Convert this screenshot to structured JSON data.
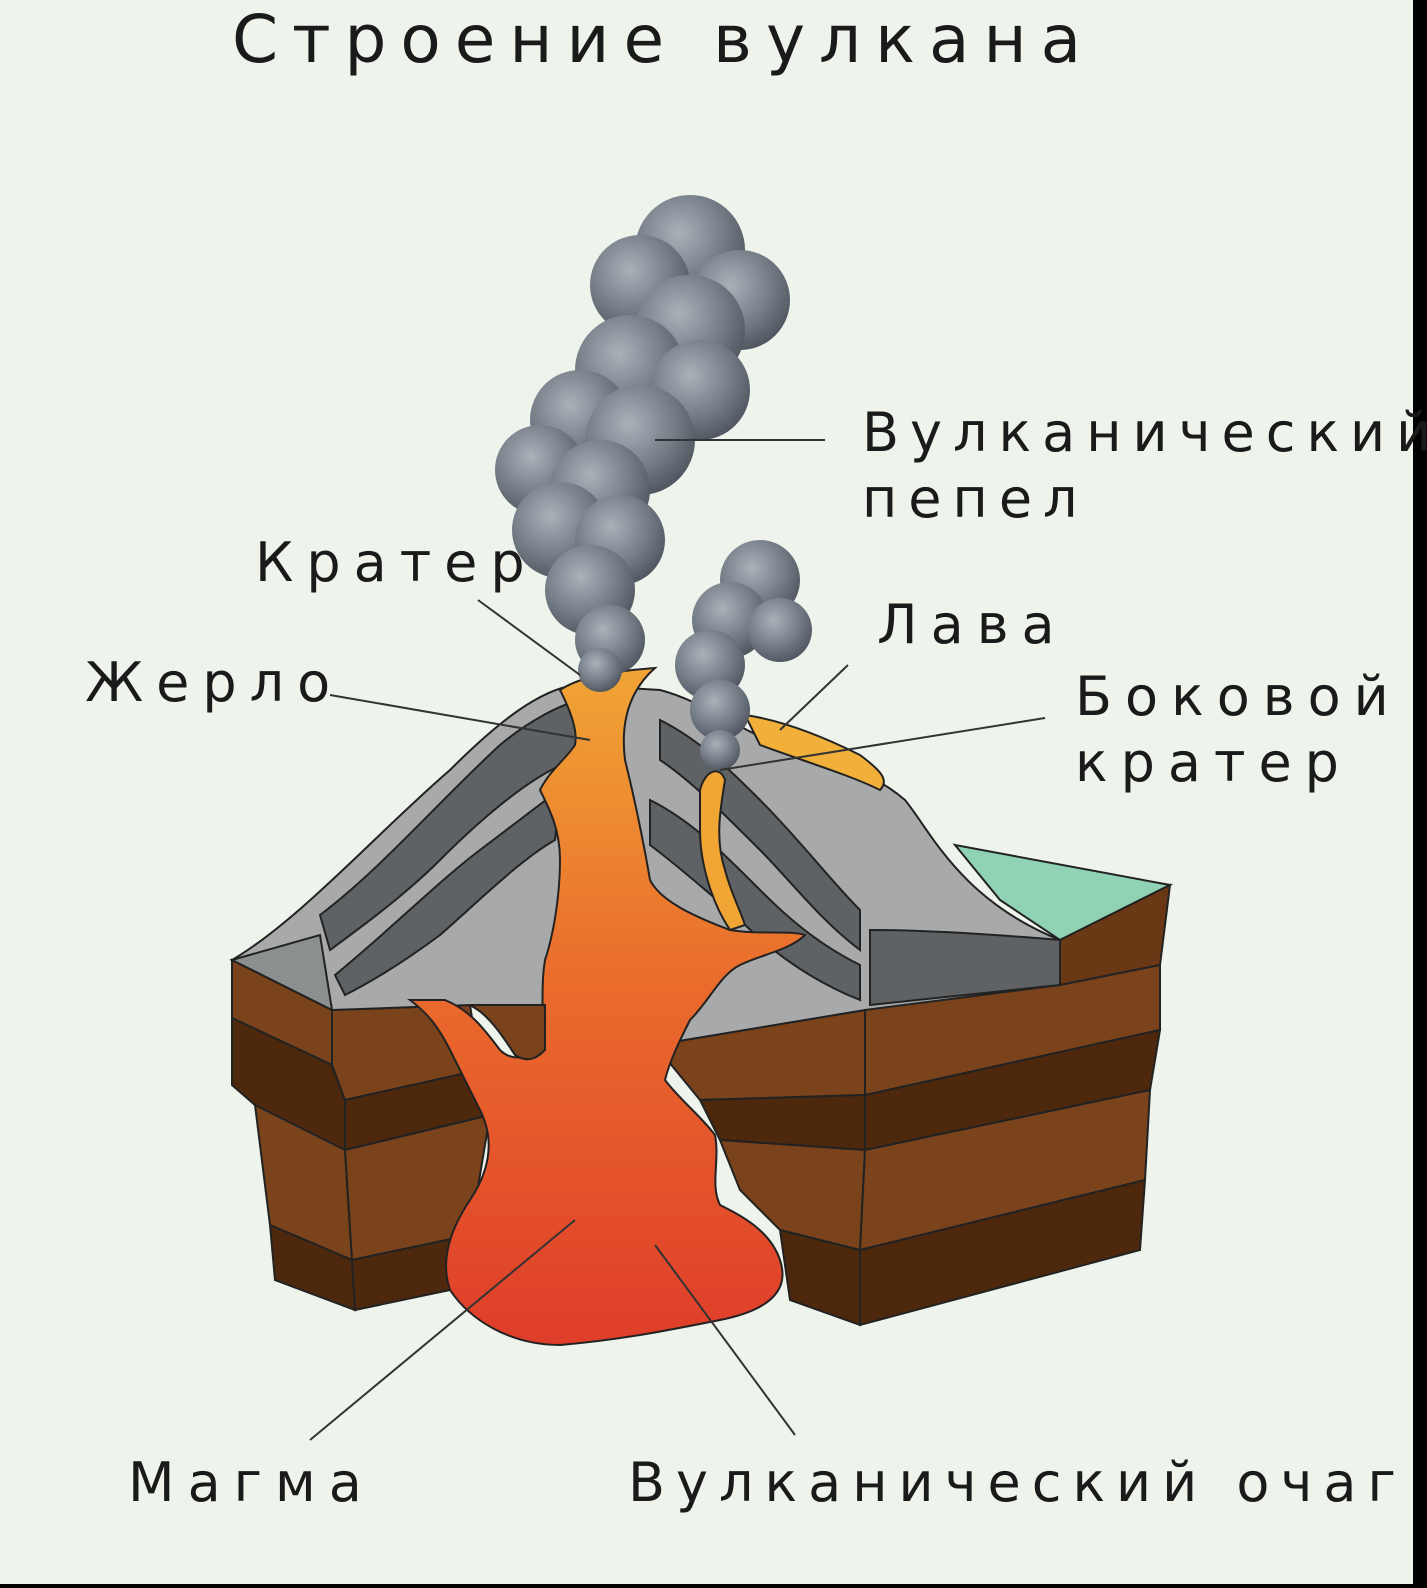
{
  "title": "Строение вулкана",
  "labels": {
    "volcanic_ash": [
      "Вулканический",
      "пепел"
    ],
    "crater": "Кратер",
    "lava": "Лава",
    "vent": "Жерло",
    "side_crater": [
      "Боковой",
      "кратер"
    ],
    "magma": "Магма",
    "magma_chamber": "Вулканический очаг"
  },
  "colors": {
    "background": "#eef3ec",
    "ash_cloud": "#6e7680",
    "cone_gray": "#a7a9aa",
    "cone_dark": "#5f6264",
    "lava_yellow": "#f1a332",
    "magma_red": "#e0452b",
    "earth_brown": "#7a431c",
    "earth_dark": "#4e280c",
    "ground_green": "#8fd2b4"
  }
}
